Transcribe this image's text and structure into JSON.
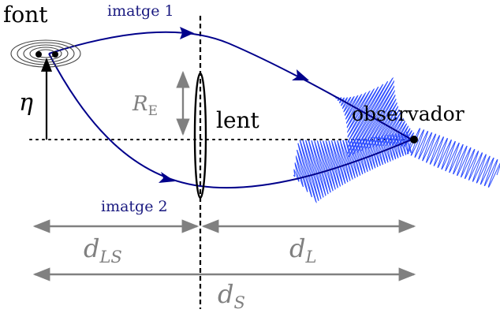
{
  "labels": {
    "source": "font",
    "image1": "imatge 1",
    "image2": "imatge 2",
    "lens": "lent",
    "observer": "observador",
    "eta": "η",
    "einstein_radius": "R",
    "einstein_radius_sub": "E",
    "d_ls": "d",
    "d_ls_sub": "LS",
    "d_l": "d",
    "d_l_sub": "L",
    "d_s": "d",
    "d_s_sub": "S"
  },
  "colors": {
    "ray": "#00008b",
    "image_text": "#1a1a80",
    "wave": "#2f4fff",
    "dimension": "#808080",
    "ink": "#000000"
  }
}
